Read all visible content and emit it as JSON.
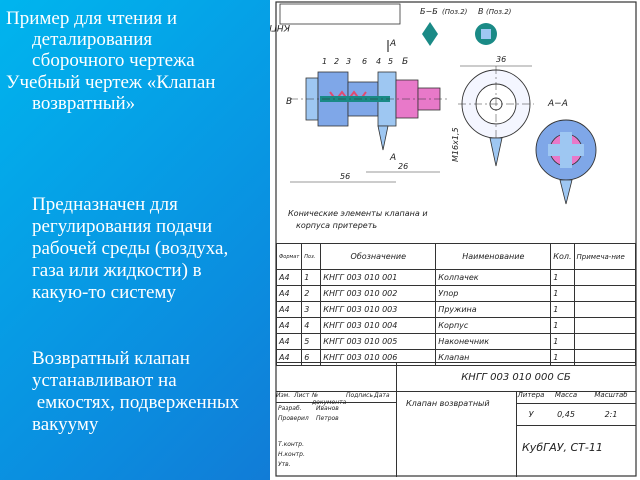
{
  "left_text": {
    "title_lines": [
      "Пример для чтения и",
      "деталирования",
      "сборочного чертежа"
    ],
    "subtitle_lines": [
      "Учебный чертеж «Клапан",
      "возвратный»"
    ],
    "bullet1_lines": [
      "Предназначен для",
      "регулирования подачи",
      "рабочей среды (воздуха,",
      "газа или жидкости) в",
      "какую-то систему"
    ],
    "bullet2_lines": [
      "Возвратный клапан",
      "устанавливают на",
      " емкостях, подверженных",
      "вакууму"
    ],
    "bullet_glyph": "",
    "text_color": "#ffffff"
  },
  "drawing": {
    "stamp_top": "КНГГ 003 010 000 СБ",
    "section_bb": "Б−Б",
    "pos2a": "(Поз.2)",
    "view_v": "В",
    "pos2b": "(Поз.2)",
    "section_aa": "А−А",
    "label_a_top": "А",
    "label_a_bottom": "А",
    "label_b": "Б",
    "label_v_side": "В",
    "pos_numbers": [
      "1",
      "2",
      "3",
      "4",
      "5",
      "6"
    ],
    "dim_36": "36",
    "dim_26": "26",
    "dim_56": "56",
    "dim_thread": "М16х1,5",
    "note_lines": [
      "Конические элементы клапана и",
      "корпуса притереть"
    ],
    "accent_colors": {
      "body": "#7fa7e8",
      "tip": "#e879c9",
      "spring": "#e24a6f",
      "teal": "#1a8a86",
      "cap": "#9ec7f2"
    }
  },
  "spec_table": {
    "headers": [
      "Формат",
      "Поз.",
      "Обозначение",
      "Наименование",
      "Кол.",
      "Примеча-ние"
    ],
    "rows": [
      [
        "А4",
        "1",
        "КНГГ 003 010 001",
        "Колпачек",
        "1",
        ""
      ],
      [
        "А4",
        "2",
        "КНГГ 003 010 002",
        "Упор",
        "1",
        ""
      ],
      [
        "А4",
        "3",
        "КНГГ 003 010 003",
        "Пружина",
        "1",
        ""
      ],
      [
        "А4",
        "4",
        "КНГГ 003 010 004",
        "Корпус",
        "1",
        ""
      ],
      [
        "А4",
        "5",
        "КНГГ 003 010 005",
        "Наконечник",
        "1",
        ""
      ],
      [
        "А4",
        "6",
        "КНГГ 003 010 006",
        "Клапан",
        "1",
        ""
      ]
    ]
  },
  "title_block": {
    "designation": "КНГГ 003 010 000 СБ",
    "name": "Клапан возвратный",
    "cols": [
      "Изм.",
      "Лист",
      "№ документа",
      "Подпись",
      "Дата"
    ],
    "roles": [
      "Разраб.",
      "Проверил",
      "Т.контр.",
      "Н.контр.",
      "Утв."
    ],
    "people": [
      "Иванов",
      "Петров"
    ],
    "litera_label": "Литера",
    "mass_label": "Масса",
    "scale_label": "Масштаб",
    "litera": "У",
    "mass": "0,45",
    "scale": "2:1",
    "org": "КубГАУ, СТ-11"
  }
}
